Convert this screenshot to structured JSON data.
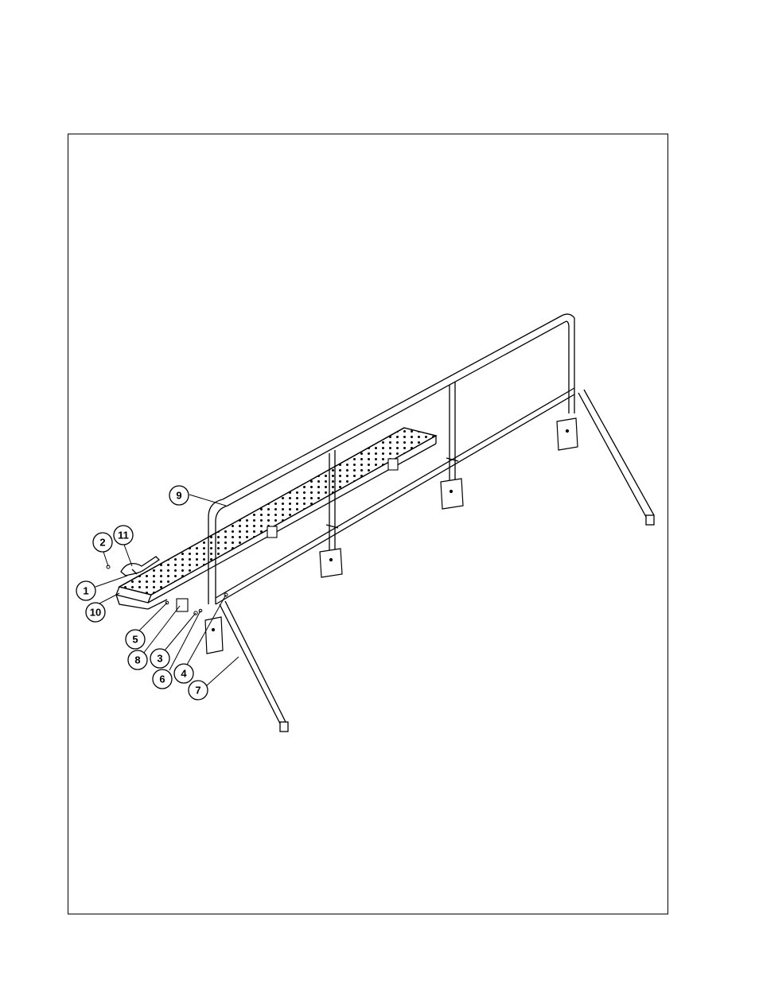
{
  "figure": {
    "kind": "exploded-parts-diagram",
    "subject": "walkway platform with handrail",
    "line_color": "#000000",
    "background": "#ffffff"
  },
  "callouts": [
    {
      "id": "c1",
      "label": "1"
    },
    {
      "id": "c2",
      "label": "2"
    },
    {
      "id": "c3",
      "label": "3"
    },
    {
      "id": "c4",
      "label": "4"
    },
    {
      "id": "c5",
      "label": "5"
    },
    {
      "id": "c6",
      "label": "6"
    },
    {
      "id": "c7",
      "label": "7"
    },
    {
      "id": "c8",
      "label": "8"
    },
    {
      "id": "c9",
      "label": "9"
    },
    {
      "id": "c10",
      "label": "10"
    },
    {
      "id": "c11",
      "label": "11"
    }
  ]
}
